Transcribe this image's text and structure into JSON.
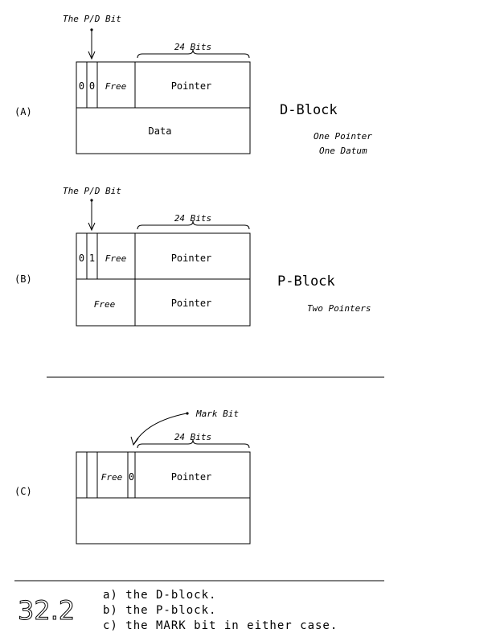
{
  "panel_a": {
    "label": "(A)",
    "pd_bit": "The P/D Bit",
    "width_label": "24 Bits",
    "bit1": "0",
    "bit2": "0",
    "free": "Free",
    "pointer": "Pointer",
    "data": "Data",
    "block_name": "D-Block",
    "desc1": "One Pointer",
    "desc2": "One Datum"
  },
  "panel_b": {
    "label": "(B)",
    "pd_bit": "The P/D Bit",
    "width_label": "24 Bits",
    "bit1": "0",
    "bit2": "1",
    "free_top": "Free",
    "pointer_top": "Pointer",
    "free_bottom": "Free",
    "pointer_bottom": "Pointer",
    "block_name": "P-Block",
    "desc1": "Two Pointers"
  },
  "panel_c": {
    "label": "(C)",
    "mark_bit": "Mark Bit",
    "width_label": "24 Bits",
    "free": "Free",
    "bit": "0",
    "pointer": "Pointer"
  },
  "caption": {
    "figure_number": "32.2",
    "line_a": "a)  the D-block.",
    "line_b": "b)  the P-block.",
    "line_c": "c)  the MARK bit in either case."
  }
}
